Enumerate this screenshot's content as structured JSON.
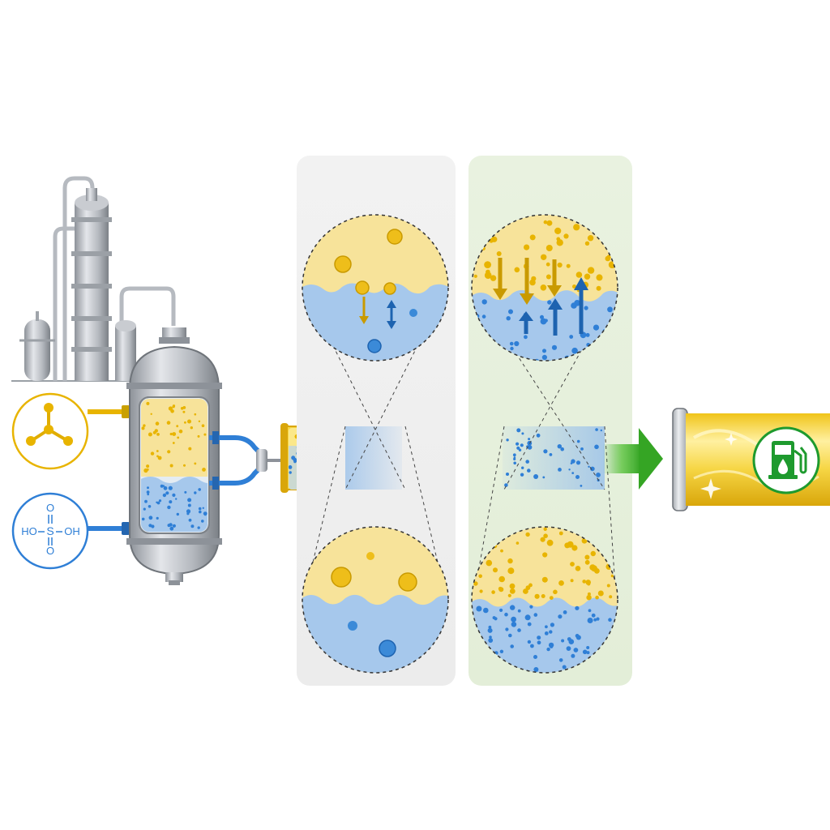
{
  "reagents": {
    "hydrocarbon_icon": "branched-molecule-icon",
    "acid_formula": {
      "left": "HO",
      "s": "S",
      "right": "OH",
      "o": "O"
    }
  },
  "icons": {
    "product": "fuel-pump-icon",
    "flow": "right-arrow-icon",
    "plant": "refinery-columns-icon",
    "reactor": "reactor-vessel-icon"
  },
  "colors": {
    "organic_phase": "#f5dc7a",
    "organic_droplet": "#e8b400",
    "acid_phase": "#9cc2ea",
    "acid_droplet": "#2f7fd6",
    "panel_low_mixing": "#efefef",
    "panel_high_mixing": "#e6f0dc",
    "arrow_green": "#3fae2a",
    "product_green": "#1e9a2e"
  }
}
